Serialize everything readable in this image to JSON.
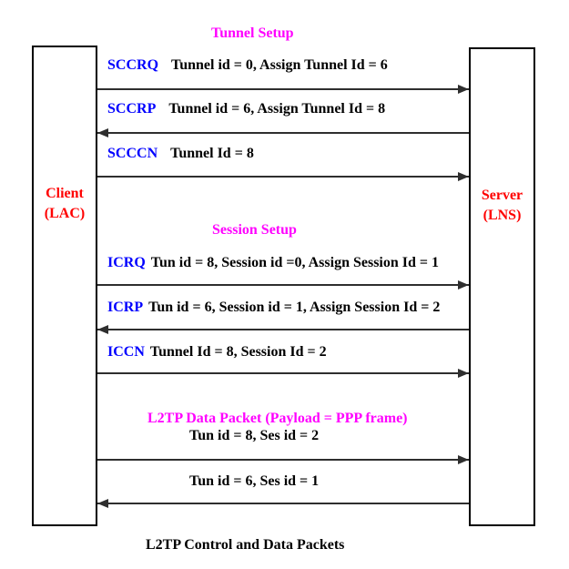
{
  "diagram": {
    "caption": "L2TP Control and Data Packets"
  },
  "sections": {
    "tunnel_setup": "Tunnel Setup",
    "session_setup": "Session Setup",
    "data_packet": "L2TP Data Packet (Payload = PPP frame)"
  },
  "actors": {
    "client": {
      "name": "Client",
      "subtitle": "(LAC)"
    },
    "server": {
      "name": "Server",
      "subtitle": "(LNS)"
    }
  },
  "messages": [
    {
      "code": "SCCRQ",
      "text": "Tunnel id = 0, Assign Tunnel Id = 6",
      "direction": "right"
    },
    {
      "code": "SCCRP",
      "text": "Tunnel id = 6, Assign Tunnel Id = 8",
      "direction": "left"
    },
    {
      "code": "SCCCN",
      "text": "Tunnel Id = 8",
      "direction": "right"
    },
    {
      "code": "ICRQ",
      "text": "Tun id = 8, Session id =0, Assign Session Id = 1",
      "direction": "right"
    },
    {
      "code": "ICRP",
      "text": "Tun id = 6, Session id = 1, Assign Session Id = 2",
      "direction": "left"
    },
    {
      "code": "ICCN",
      "text": "Tunnel Id = 8, Session Id = 2",
      "direction": "right"
    },
    {
      "code": "",
      "text": "Tun id = 8, Ses id = 2",
      "direction": "right"
    },
    {
      "code": "",
      "text": "Tun id = 6, Ses id = 1",
      "direction": "left"
    }
  ],
  "colors": {
    "section_header": "#ff00ff",
    "message_code": "#0000ff",
    "actor_label": "#ff0000",
    "arrow": "#2e2e2e",
    "background": "#ffffff"
  }
}
